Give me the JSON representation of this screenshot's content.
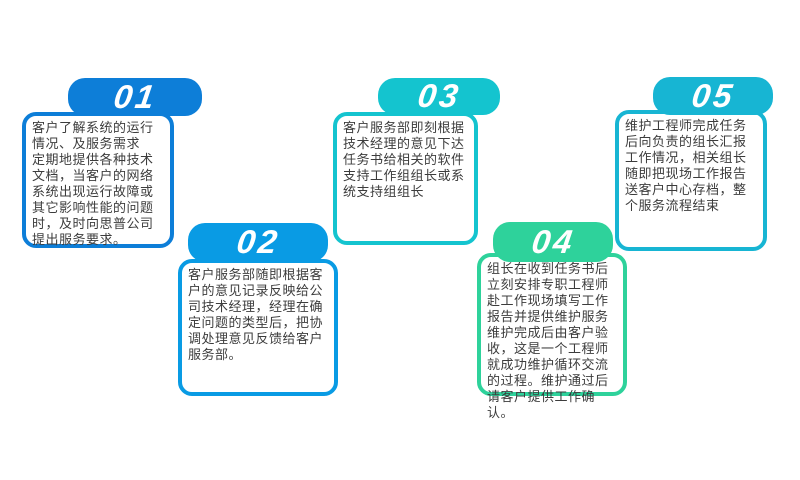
{
  "page": {
    "background_color": "#ffffff",
    "text_color": "#3c3c3c",
    "number_text_color": "#ffffff"
  },
  "steps": [
    {
      "number": "01",
      "color": "#0d7ed8",
      "text": "客户了解系统的运行情况、及服务需求\n定期地提供各种技术文档，当客户的网络\n系统出现运行故障或其它影响性能的问题\n时，及时向思普公司提出服务要求。"
    },
    {
      "number": "02",
      "color": "#099be4",
      "text": "客户服务部随即根据客户的意见记录反映给公司技术经理，经理在确定问题的类型后，把协调处理意见反馈给客户服务部。"
    },
    {
      "number": "03",
      "color": "#14c4cf",
      "text": "客户服务部即刻根据技术经理的意见下达任务书给相关的软件支持工作组组长或系统支持组组长"
    },
    {
      "number": "04",
      "color": "#2ed29b",
      "text": "组长在收到任务书后立刻安排专职工程师赴工作现场填写工作报告并提供维护服务维护完成后由客户验收，这是一个工程师就成功维护循环交流的过程。维护通过后请客户提供工作确认。"
    },
    {
      "number": "05",
      "color": "#17b5d3",
      "text": "维护工程师完成任务后向负责的组长汇报工作情况，相关组长随即把现场工作报告送客户中心存档，整个服务流程结束"
    }
  ]
}
